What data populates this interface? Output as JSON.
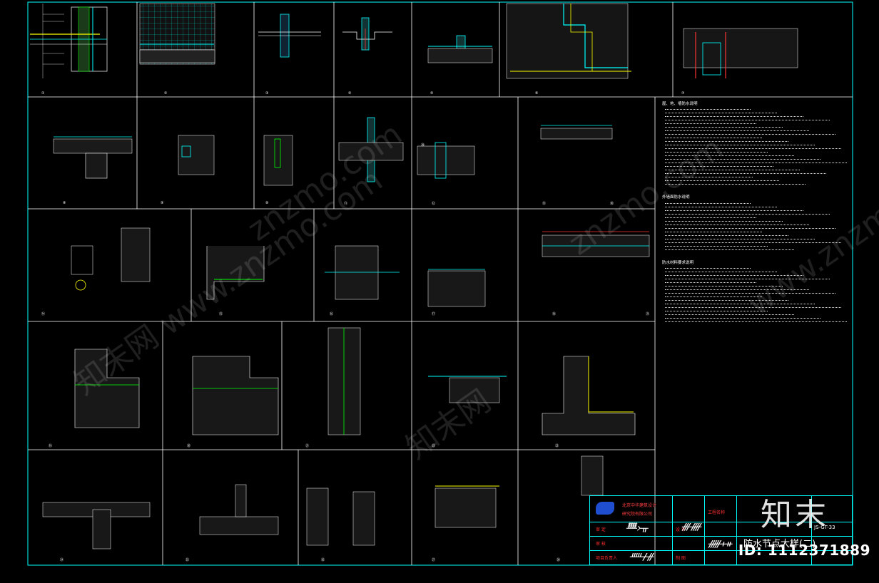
{
  "captions": [
    "①",
    "②",
    "③",
    "④",
    "⑤",
    "⑥",
    "⑦",
    "⑧",
    "⑨",
    "⑩",
    "⑪",
    "⑫",
    "⑬",
    "⑭",
    "⑮",
    "⑯",
    "⑰",
    "⑱",
    "⑲",
    "⑳",
    "㉑",
    "㉒",
    "㉓",
    "㉔",
    "㉕",
    "㉖",
    "㉗",
    "㉘",
    "㉙",
    "㉚",
    "㉛"
  ],
  "notes": {
    "section1": "屋、地、墙防水说明",
    "section2": "外墙面防水说明",
    "section3": "防水材料要求说明"
  },
  "title_block": {
    "company_line1": "北京中华建筑设计",
    "company_line2": "研究院有限公司",
    "drawing_title": "防水节点大样(二)",
    "drawing_no": "JS-GT-33",
    "project_label": "工程名称",
    "review_label": "审  定",
    "check_label": "审  核",
    "design_label": "设  计",
    "leader_label": "项目负责人",
    "draw_label": "制 图"
  },
  "brand": {
    "logo_text": "知末",
    "id_text": "ID: 1112371889"
  },
  "watermarks": [
    "知末网 www.znzmo.com",
    "znzmo.com",
    "知末网",
    "znzmo.com",
    "www.znzmo.com"
  ],
  "colors": {
    "frame": "#00ffff",
    "cell_border": "#ffffff",
    "text": "#ffffff",
    "accent_red": "#ff3030"
  }
}
